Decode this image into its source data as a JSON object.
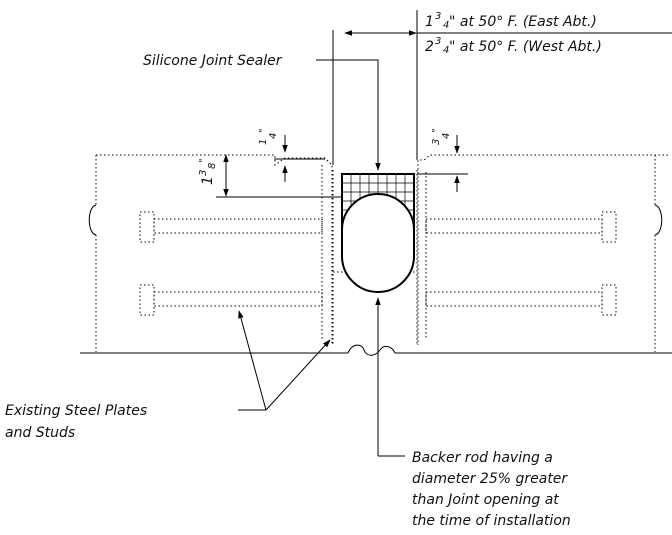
{
  "dimensions": {
    "east": {
      "whole": "1",
      "num": "3",
      "den": "4",
      "rest": "\" at 50° F. (East Abt.)"
    },
    "west": {
      "whole": "2",
      "num": "3",
      "den": "4",
      "rest": "\" at 50° F. (West Abt.)"
    },
    "left_recess": {
      "num": "1",
      "den": "4",
      "unit": "\""
    },
    "right_recess": {
      "num": "3",
      "den": "4",
      "unit": "\""
    },
    "sealer_depth": {
      "whole": "1",
      "num": "3",
      "den": "8",
      "unit": "\""
    }
  },
  "labels": {
    "sealer": "Silicone Joint Sealer",
    "plates_line1": "Existing  Steel Plates",
    "plates_line2": "and Studs",
    "backer_line1": "Backer rod having a",
    "backer_line2": "diameter 25% greater",
    "backer_line3": "than Joint opening at",
    "backer_line4": "the time of installation"
  }
}
